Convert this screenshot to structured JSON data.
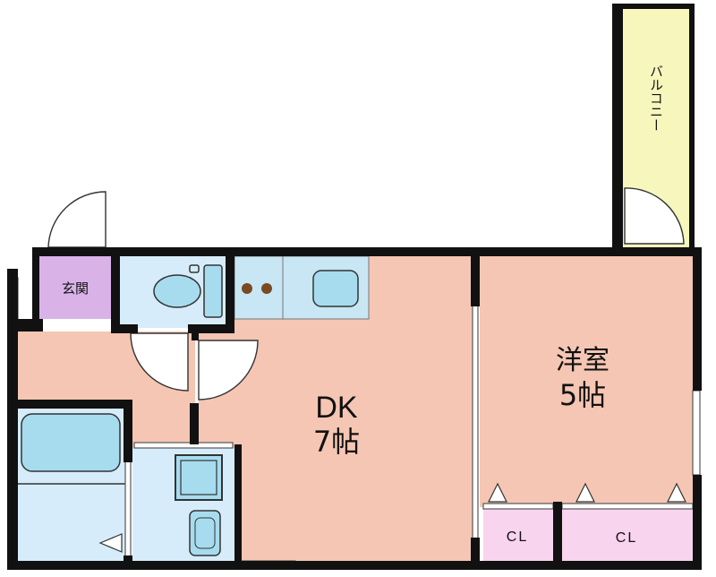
{
  "rooms": {
    "balcony": {
      "label": "バルコニー"
    },
    "entrance": {
      "label": "玄関"
    },
    "dk": {
      "name": "DK",
      "size": "7帖"
    },
    "western": {
      "name": "洋室",
      "size": "5帖"
    },
    "closet_left": {
      "label": "CL"
    },
    "closet_right": {
      "label": "CL"
    }
  },
  "colors": {
    "wall": "#111111",
    "floor_wood": "#f5c6b3",
    "wet_area": "#d7ecfb",
    "fixture": "#a7dcef",
    "entrance": "#d9b3e8",
    "closet": "#f8d4ef",
    "balcony": "#f7f6bd",
    "kitchen_counter": "#c8e6f3"
  }
}
